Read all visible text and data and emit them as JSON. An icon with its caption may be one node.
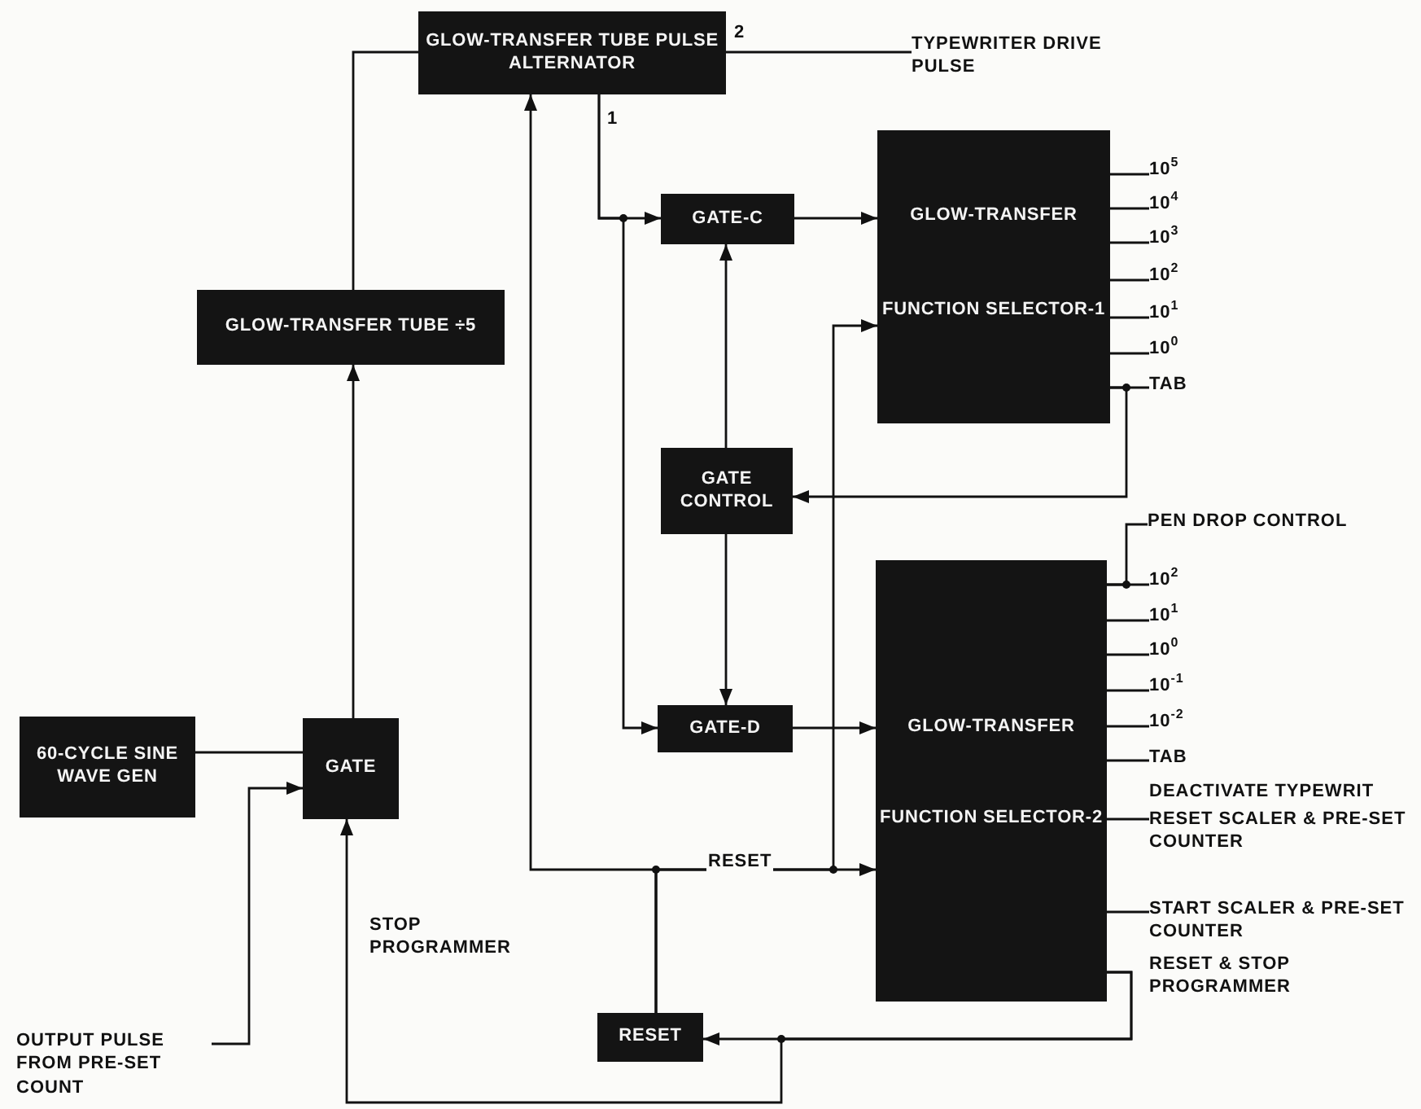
{
  "diagram": {
    "nodes": [
      {
        "text": [
          "GLOW-TRANSFER TUBE PULSE ALTERNATOR"
        ]
      },
      {
        "text": [
          "TYPEWRITER DRIVE PULSE"
        ]
      },
      {
        "text": [
          "GATE-C"
        ]
      },
      {
        "text": [
          "GLOW-TRANSFER",
          "FUNCTION SELECTOR-1"
        ]
      },
      {
        "text": [
          "10$^{5}$"
        ]
      },
      {
        "text": [
          "10$^{4}$"
        ]
      },
      {
        "text": [
          "10$^{3}$"
        ]
      },
      {
        "text": [
          "10$^{2}$"
        ]
      },
      {
        "text": [
          "10$^{1}$"
        ]
      },
      {
        "text": [
          "10$^{0}$"
        ]
      },
      {
        "text": [
          "TAB"
        ]
      },
      {
        "text": [
          "GLOW-TRANSFER TUBE ÷5"
        ]
      },
      {
        "text": [
          "GATE CONTROL"
        ]
      },
      {
        "text": [
          "PEN DROP CONTROL"
        ]
      },
      {
        "text": [
          "GLOW-TRANSFER",
          "FUNCTION SELECTOR-2"
        ]
      },
      {
        "text": [
          "10$^{2}$"
        ]
      },
      {
        "text": [
          "10$^{1}$"
        ]
      },
      {
        "text": [
          "10$^{0}$"
        ]
      },
      {
        "text": [
          "10$^{-1}$"
        ]
      },
      {
        "text": [
          "10$^{-2}$"
        ]
      },
      {
        "text": [
          "TAB"
        ]
      },
      {
        "text": [
          "RESET SCALER & PRE-SET COUNTER"
        ]
      },
      {
        "text": [
          "START SCALER & PRE-SET COUNTER"
        ]
      },
      {
        "text": [
          "60-CYCLE SINE WAVE GEN"
        ]
      },
      {
        "text": [
          "GATE"
        ]
      },
      {
        "text": [
          "GATE-D"
        ]
      },
      {
        "text": [
          "RESET"
        ]
      },
      {
        "text": [
          "OUTPUT PULSE FROM PRE-SET COUNT"
        ]
      }
    ],
    "edges": [
      {
        "from": 0,
        "to": 1,
        "arrow": "none",
        "label": "2"
      },
      {
        "from": 0,
        "to": 2,
        "arrow": "to",
        "label": "1"
      },
      {
        "from": 0,
        "to": 25,
        "arrow": "to"
      },
      {
        "from": 2,
        "to": 3,
        "arrow": "to"
      },
      {
        "from": 3,
        "to": 4,
        "arrow": "none"
      },
      {
        "from": 3,
        "to": 5,
        "arrow": "none"
      },
      {
        "from": 3,
        "to": 6,
        "arrow": "none"
      },
      {
        "from": 3,
        "to": 7,
        "arrow": "none"
      },
      {
        "from": 3,
        "to": 8,
        "arrow": "none"
      },
      {
        "from": 3,
        "to": 9,
        "arrow": "none"
      },
      {
        "from": 3,
        "to": 10,
        "arrow": "none"
      },
      {
        "from": 3,
        "to": 12,
        "arrow": "to"
      },
      {
        "from": 11,
        "to": 0,
        "arrow": "none"
      },
      {
        "from": 24,
        "to": 11,
        "arrow": "to"
      },
      {
        "from": 12,
        "to": 2,
        "arrow": "to"
      },
      {
        "from": 12,
        "to": 25,
        "arrow": "to"
      },
      {
        "from": 14,
        "to": 13,
        "arrow": "none"
      },
      {
        "from": 14,
        "to": 15,
        "arrow": "none"
      },
      {
        "from": 14,
        "to": 16,
        "arrow": "none"
      },
      {
        "from": 14,
        "to": 17,
        "arrow": "none"
      },
      {
        "from": 14,
        "to": 18,
        "arrow": "none"
      },
      {
        "from": 14,
        "to": 19,
        "arrow": "none"
      },
      {
        "from": 14,
        "to": 20,
        "arrow": "none"
      },
      {
        "from": 14,
        "to": 21,
        "arrow": "none"
      },
      {
        "from": 14,
        "to": 22,
        "arrow": "none"
      },
      {
        "from": 23,
        "to": 24,
        "arrow": "none"
      },
      {
        "from": 27,
        "to": 24,
        "arrow": "to"
      },
      {
        "from": 26,
        "to": 0,
        "arrow": "to"
      },
      {
        "from": 26,
        "to": 14,
        "arrow": "to",
        "label": "RESET"
      },
      {
        "from": 26,
        "to": 3,
        "arrow": "to"
      },
      {
        "from": 14,
        "to": 26,
        "arrow": "to"
      },
      {
        "from": 14,
        "to": 24,
        "arrow": "to",
        "label": "STOP PROGRAMMER"
      },
      {
        "from": 25,
        "to": 14,
        "arrow": "to"
      }
    ],
    "labels": [
      "DEACTIVATE TYPEWRIT",
      "RESET & STOP PROGRAMMER"
    ]
  }
}
